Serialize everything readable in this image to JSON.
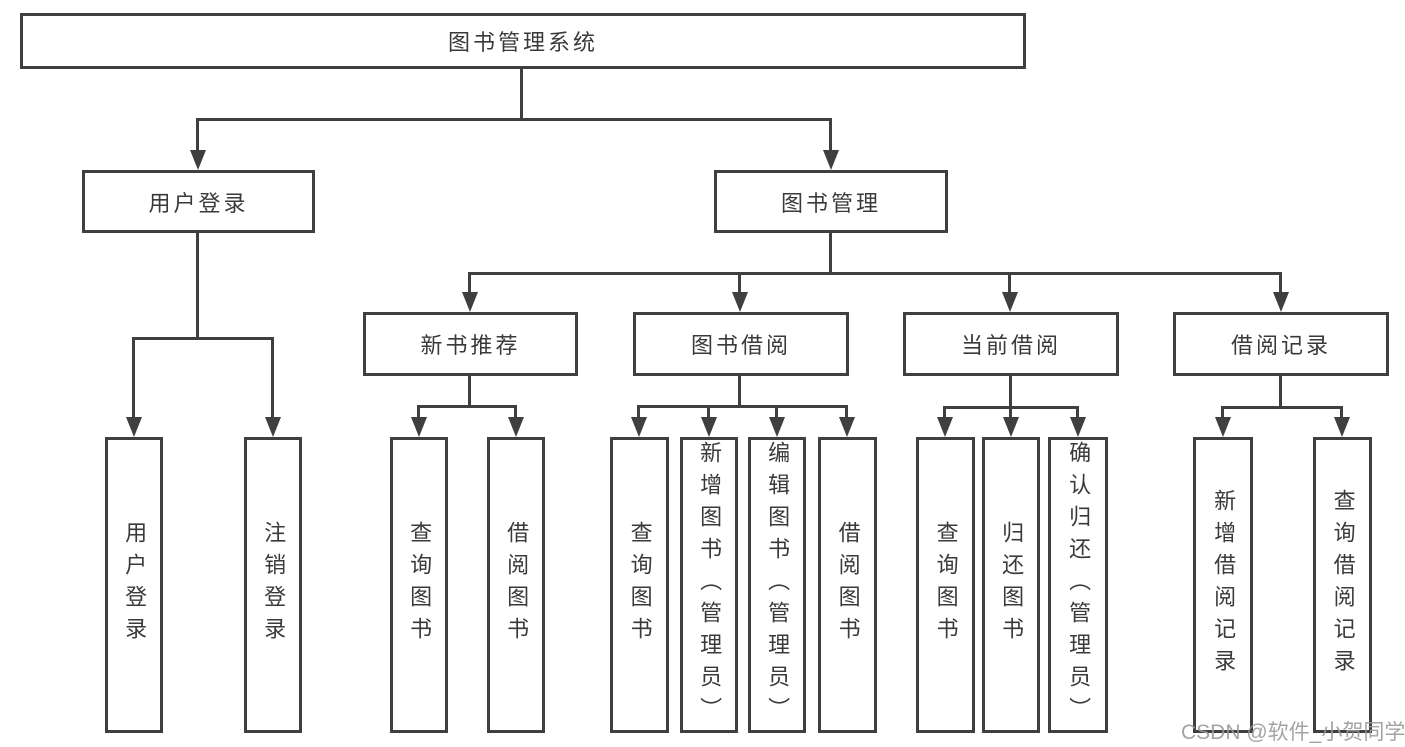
{
  "nodes": {
    "root": "图书管理系统",
    "user_login": "用户登录",
    "book_management": "图书管理",
    "login_leaf_1": "用户登录",
    "login_leaf_2": "注销登录",
    "new_book_recommend": "新书推荐",
    "book_borrow": "图书借阅",
    "current_borrow": "当前借阅",
    "borrow_records": "借阅记录",
    "nb_leaf_query": "查询图书",
    "nb_leaf_borrow": "借阅图书",
    "bb_leaf_query": "查询图书",
    "bb_leaf_add": "新增图书（管理员）",
    "bb_leaf_edit": "编辑图书（管理员）",
    "bb_leaf_borrow": "借阅图书",
    "cb_leaf_query": "查询图书",
    "cb_leaf_return": "归还图书",
    "cb_leaf_confirm": "确认归还（管理员）",
    "br_leaf_add": "新增借阅记录",
    "br_leaf_query": "查询借阅记录"
  },
  "watermark": "CSDN @软件_小贺同学",
  "colors": {
    "line": "#3f3f3f",
    "text": "#3a3a3a",
    "watermark": "#9a9a9a",
    "background": "#ffffff"
  }
}
